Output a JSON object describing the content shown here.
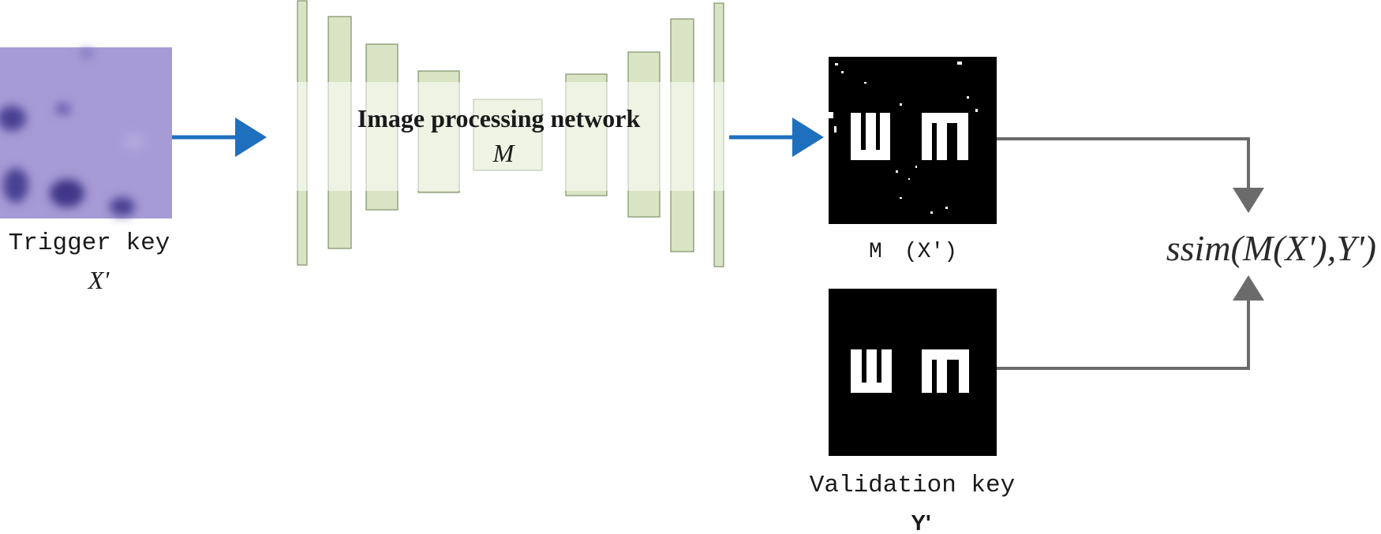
{
  "trigger": {
    "label": "Trigger key",
    "symbol": "X'"
  },
  "network": {
    "title": "Image processing network",
    "symbol": "M"
  },
  "output": {
    "label": "M　(X')",
    "letters": "wm"
  },
  "validation": {
    "label": "Validation key",
    "symbol": "Y'",
    "letters": "wm"
  },
  "metric": {
    "formula": "ssim(M(X'),Y')"
  },
  "colors": {
    "arrow_blue": "#1f6fbf",
    "arrow_gray": "#6b6b6b",
    "layer_fill": "#d9e4c4",
    "layer_stroke": "#7f8f6a",
    "tissue": "#9b8fd0"
  }
}
